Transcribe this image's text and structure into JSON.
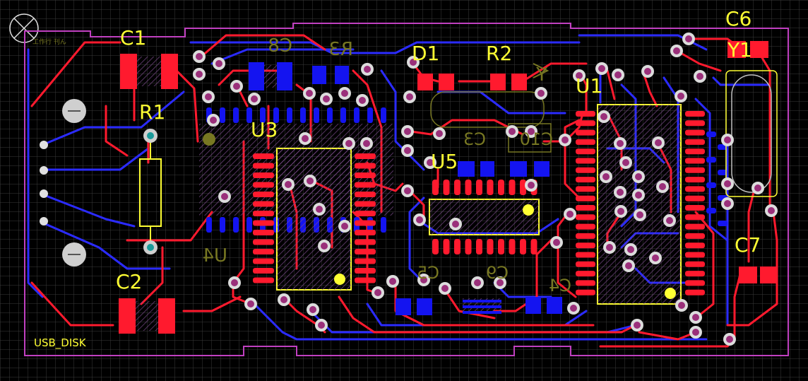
{
  "board": {
    "name_label": "USB_DISK",
    "corner_note": "工作行 刊ん",
    "colors": {
      "background": "#000000",
      "top_copper": "#ff1a2e",
      "bottom_copper": "#2b2bff",
      "top_silk": "#ffff33",
      "bottom_silk": "#777722",
      "board_outline": "#c040c0",
      "via": "#dcdcdc",
      "grid": "#3a3a3a"
    }
  },
  "designators_top": {
    "c1": "C1",
    "r1": "R1",
    "c2": "C2",
    "u3": "U3",
    "d1": "D1",
    "r2": "R2",
    "u1": "U1",
    "u5": "U5",
    "c6": "C6",
    "y1": "Y1",
    "c7": "C7"
  },
  "designators_bottom": {
    "c8": "C8",
    "r3": "R3",
    "u4": "U4",
    "y": "Y",
    "c3": "C3",
    "c10": "C10",
    "c5": "C5",
    "c9": "C9",
    "c4": "C4"
  }
}
